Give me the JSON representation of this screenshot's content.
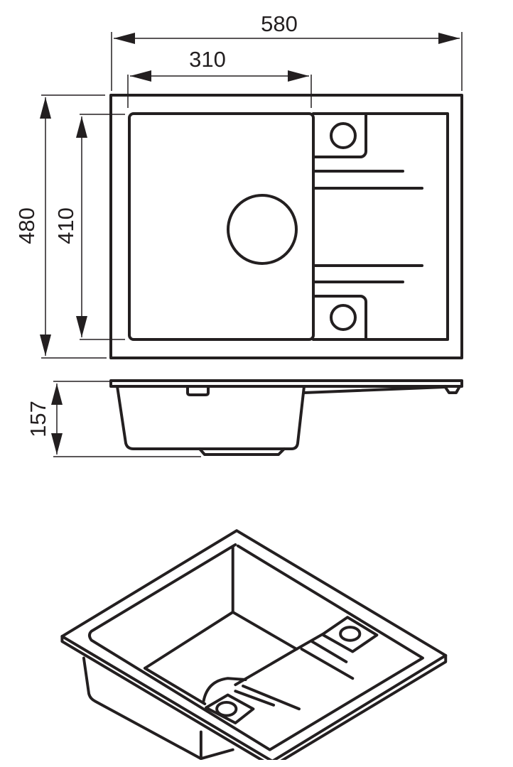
{
  "dimensions": {
    "overall_width": "580",
    "bowl_width": "310",
    "overall_depth": "480",
    "bowl_depth": "410",
    "height": "157"
  },
  "colors": {
    "line": "#231f20",
    "background": "#ffffff"
  }
}
